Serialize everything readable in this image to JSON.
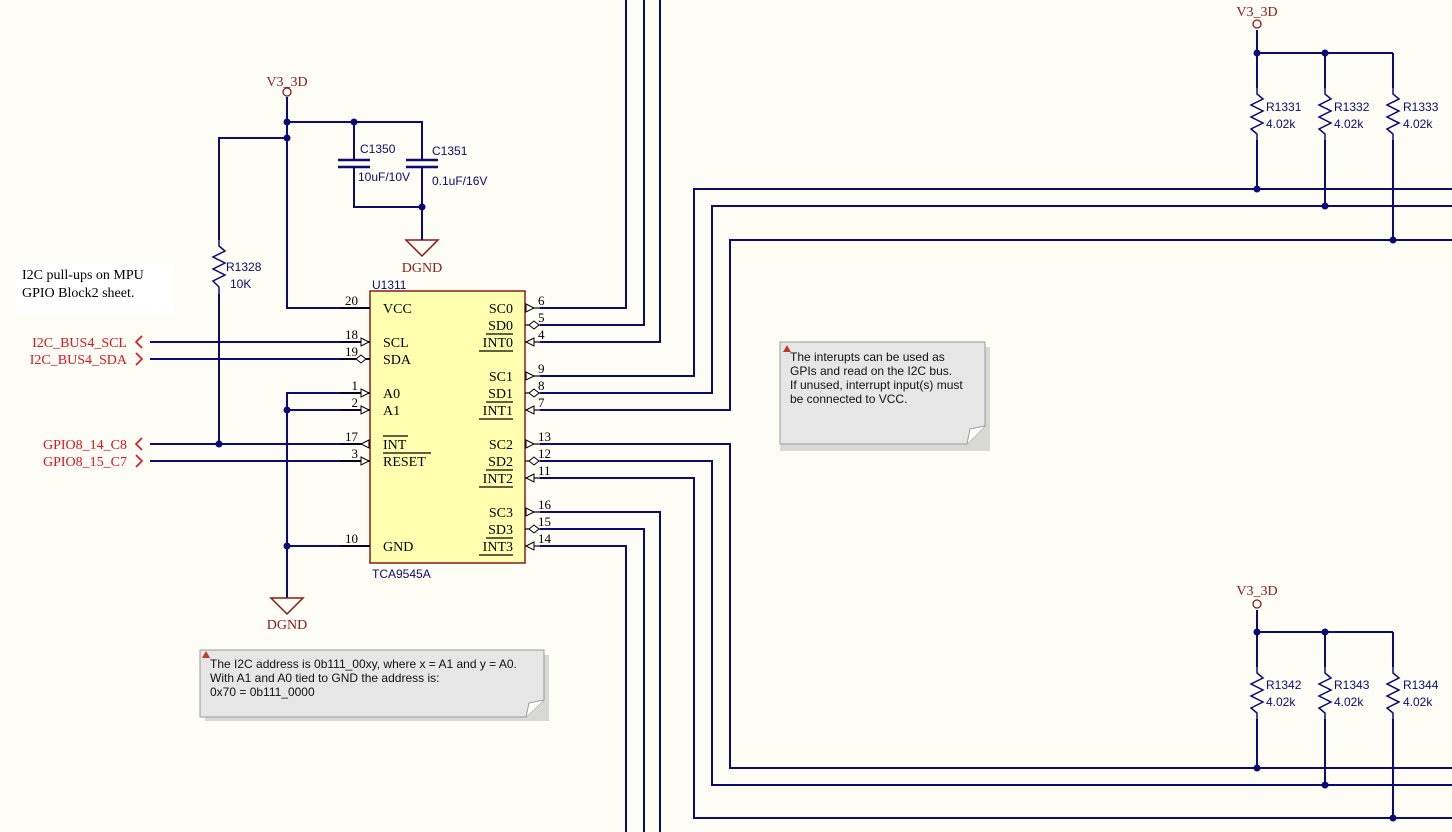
{
  "power": {
    "v3_3d": "V3_3D",
    "dgnd": "DGND"
  },
  "ic": {
    "refdes": "U1311",
    "part": "TCA9545A",
    "pins_left": [
      {
        "name": "VCC",
        "num": "20"
      },
      {
        "name": "SCL",
        "num": "18"
      },
      {
        "name": "SDA",
        "num": "19"
      },
      {
        "name": "A0",
        "num": "1"
      },
      {
        "name": "A1",
        "num": "2"
      },
      {
        "name": "INT",
        "num": "17"
      },
      {
        "name": "RESET",
        "num": "3"
      },
      {
        "name": "GND",
        "num": "10"
      }
    ],
    "pins_right": [
      {
        "name": "SC0",
        "num": "6"
      },
      {
        "name": "SD0",
        "num": "5"
      },
      {
        "name": "INT0",
        "num": "4"
      },
      {
        "name": "SC1",
        "num": "9"
      },
      {
        "name": "SD1",
        "num": "8"
      },
      {
        "name": "INT1",
        "num": "7"
      },
      {
        "name": "SC2",
        "num": "13"
      },
      {
        "name": "SD2",
        "num": "12"
      },
      {
        "name": "INT2",
        "num": "11"
      },
      {
        "name": "SC3",
        "num": "16"
      },
      {
        "name": "SD3",
        "num": "15"
      },
      {
        "name": "INT3",
        "num": "14"
      }
    ]
  },
  "caps": [
    {
      "ref": "C1350",
      "value": "10uF/10V"
    },
    {
      "ref": "C1351",
      "value": "0.1uF/16V"
    }
  ],
  "resistors": [
    {
      "ref": "R1328",
      "value": "10K"
    },
    {
      "ref": "R1331",
      "value": "4.02k"
    },
    {
      "ref": "R1332",
      "value": "4.02k"
    },
    {
      "ref": "R1333",
      "value": "4.02k"
    },
    {
      "ref": "R1342",
      "value": "4.02k"
    },
    {
      "ref": "R1343",
      "value": "4.02k"
    },
    {
      "ref": "R1344",
      "value": "4.02k"
    }
  ],
  "ports": [
    "I2C_BUS4_SCL",
    "I2C_BUS4_SDA",
    "GPIO8_14_C8",
    "GPIO8_15_C7"
  ],
  "notes": {
    "pullup": [
      "I2C pull-ups on MPU",
      "GPIO Block2 sheet."
    ],
    "interrupt": [
      "The interupts can be used as",
      "GPIs and read on the I2C bus.",
      "If unused, interrupt input(s) must",
      "be connected to VCC."
    ],
    "address": [
      "The I2C address is 0b111_00xy, where x = A1 and y = A0.",
      "With A1 and A0 tied to GND the address is:",
      "0x70 = 0b111_0000"
    ]
  },
  "colors": {
    "wire": "#0B0B73",
    "ic_fill": "#FFFFB0",
    "ic_border": "#8B1A1A",
    "port": "#E0141E",
    "power": "#8B1A1A",
    "note_fill": "#E6E6E6",
    "background": "#FDFCF5"
  }
}
